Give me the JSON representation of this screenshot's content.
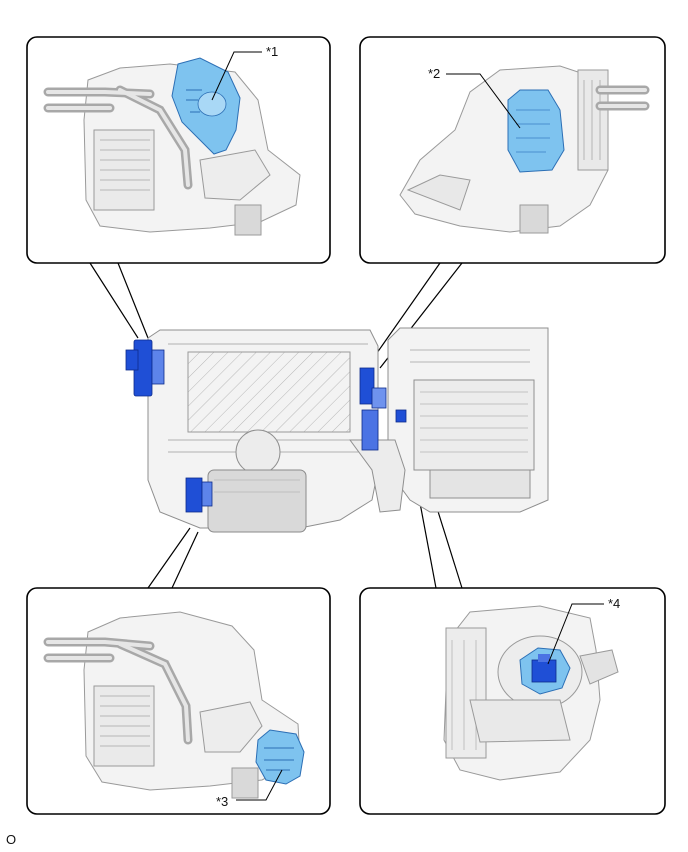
{
  "callouts": [
    {
      "id": "c1",
      "text": "*1"
    },
    {
      "id": "c2",
      "text": "*2"
    },
    {
      "id": "c3",
      "text": "*3"
    },
    {
      "id": "c4",
      "text": "*4"
    }
  ],
  "footer_code": "O",
  "colors": {
    "highlight_fill": "#7ec3ef",
    "highlight_stroke": "#2c6fb5",
    "connector_blue": "#1f4fd6",
    "part_fill": "#f3f3f3",
    "part_stroke": "#9a9a9a",
    "panel_border": "#000000"
  }
}
